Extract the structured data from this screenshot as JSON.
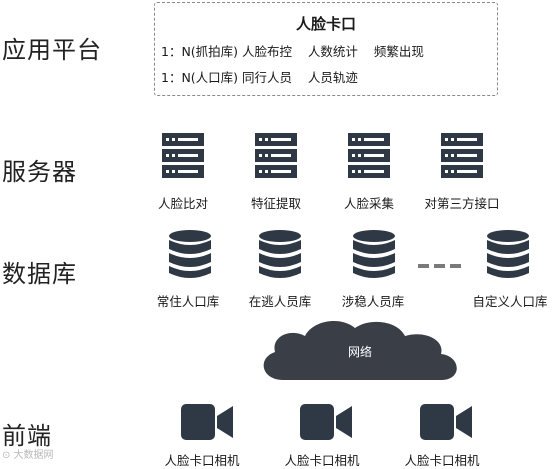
{
  "layers": {
    "application": "应用平台",
    "server": "服务器",
    "database": "数据库",
    "frontend": "前端"
  },
  "application_box": {
    "title": "人脸卡口",
    "row1": "1：N(抓拍库) 人脸布控    人数统计    频繁出现",
    "row2": "1：N(人口库) 同行人员    人员轨迹"
  },
  "servers": [
    "人脸比对",
    "特征提取",
    "人脸采集",
    "对第三方接口"
  ],
  "databases": [
    "常住人口库",
    "在逃人员库",
    "涉稳人员库",
    "自定义人口库"
  ],
  "network": {
    "label": "网络"
  },
  "cameras": [
    "人脸卡口相机",
    "人脸卡口相机",
    "人脸卡口相机"
  ],
  "watermark": "⊙ 大数据网",
  "colors": {
    "icon": "#2f3845",
    "cloud": "#3a3f47",
    "dashes": "#7a7a7a"
  },
  "icons": {
    "server": "server-rack-icon",
    "database": "database-cylinder-icon",
    "camera": "video-camera-icon",
    "network": "cloud-icon"
  }
}
